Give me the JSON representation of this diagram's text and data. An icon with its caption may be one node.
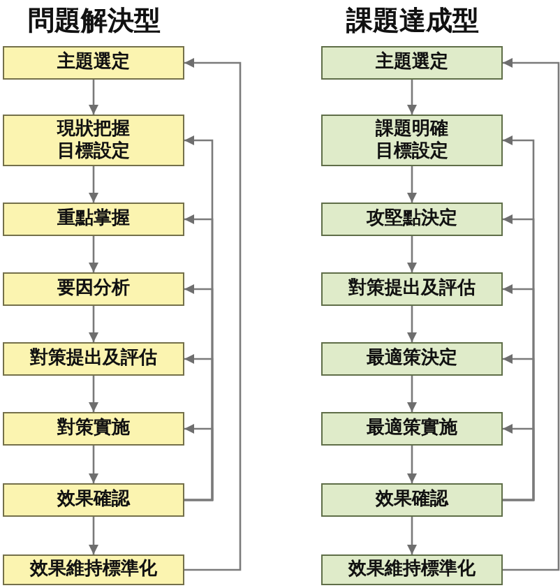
{
  "diagram": {
    "nodes": [
      {
        "text": [
          "主題選定"
        ],
        "beside": [
          "問題解決型"
        ]
      },
      {
        "text": [
          "現狀把握目標設定"
        ]
      },
      {
        "text": [
          "重點掌握"
        ]
      },
      {
        "text": [
          "要因分析"
        ]
      },
      {
        "text": [
          "對策提出及評估"
        ]
      },
      {
        "text": [
          "對策實施"
        ]
      },
      {
        "text": [
          "效果確認"
        ]
      },
      {
        "text": [
          "效果維持標準化"
        ]
      },
      {
        "text": [
          "主題選定"
        ],
        "beside": [
          "課題達成型"
        ]
      },
      {
        "text": [
          "課題明確目標設定"
        ]
      },
      {
        "text": [
          "攻堅點決定"
        ]
      },
      {
        "text": [
          "對策提出及評估"
        ]
      },
      {
        "text": [
          "最適策決定"
        ]
      },
      {
        "text": [
          "最適策實施"
        ]
      },
      {
        "text": [
          "效果確認"
        ]
      },
      {
        "text": [
          "效果維持標準化"
        ]
      }
    ],
    "edges": [
      {
        "from": 0,
        "to": 1,
        "arrow": "to"
      },
      {
        "from": 1,
        "to": 2,
        "arrow": "to"
      },
      {
        "from": 2,
        "to": 3,
        "arrow": "to"
      },
      {
        "from": 3,
        "to": 4,
        "arrow": "to"
      },
      {
        "from": 4,
        "to": 5,
        "arrow": "to"
      },
      {
        "from": 5,
        "to": 6,
        "arrow": "to"
      },
      {
        "from": 6,
        "to": 7,
        "arrow": "to"
      },
      {
        "from": 6,
        "to": 1,
        "arrow": "to"
      },
      {
        "from": 6,
        "to": 2,
        "arrow": "to"
      },
      {
        "from": 6,
        "to": 3,
        "arrow": "to"
      },
      {
        "from": 6,
        "to": 4,
        "arrow": "to"
      },
      {
        "from": 6,
        "to": 5,
        "arrow": "to"
      },
      {
        "from": 7,
        "to": 0,
        "arrow": "to"
      },
      {
        "from": 8,
        "to": 9,
        "arrow": "to"
      },
      {
        "from": 9,
        "to": 10,
        "arrow": "to"
      },
      {
        "from": 10,
        "to": 11,
        "arrow": "to"
      },
      {
        "from": 11,
        "to": 12,
        "arrow": "to"
      },
      {
        "from": 12,
        "to": 13,
        "arrow": "to"
      },
      {
        "from": 13,
        "to": 14,
        "arrow": "to"
      },
      {
        "from": 14,
        "to": 15,
        "arrow": "to"
      },
      {
        "from": 14,
        "to": 9,
        "arrow": "to"
      },
      {
        "from": 14,
        "to": 10,
        "arrow": "to"
      },
      {
        "from": 14,
        "to": 11,
        "arrow": "to"
      },
      {
        "from": 14,
        "to": 12,
        "arrow": "to"
      },
      {
        "from": 14,
        "to": 13,
        "arrow": "to"
      },
      {
        "from": 15,
        "to": 8,
        "arrow": "to"
      }
    ]
  }
}
